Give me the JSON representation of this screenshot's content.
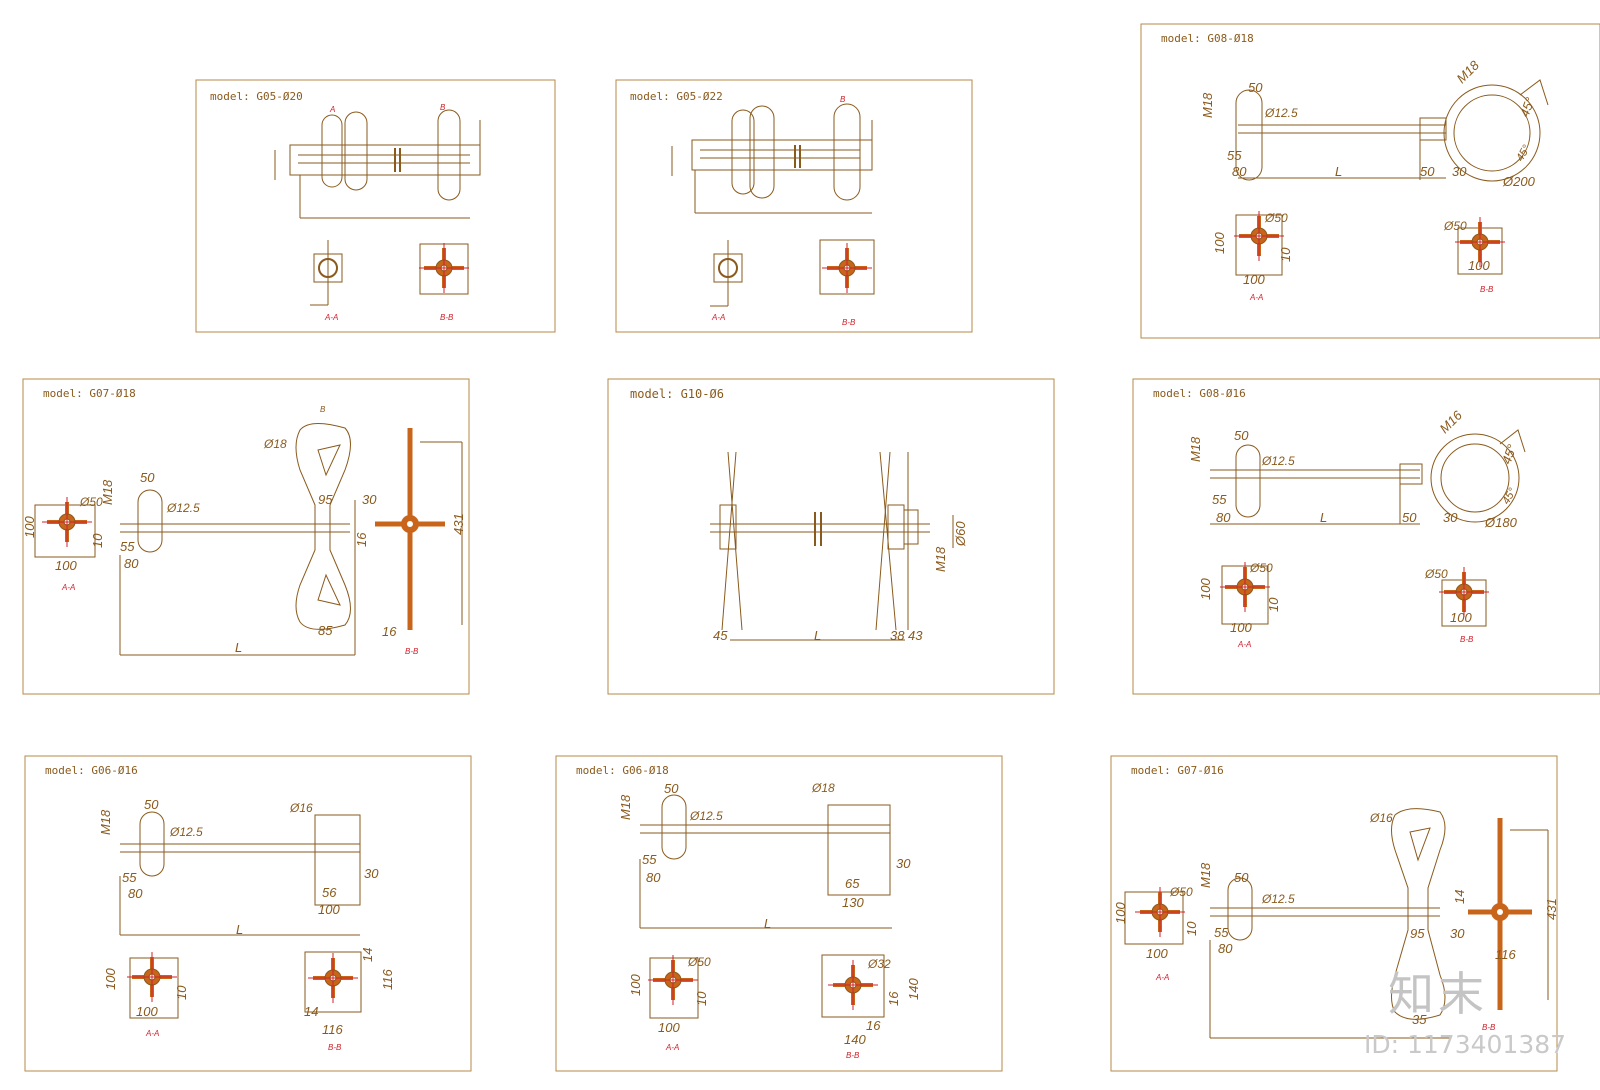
{
  "panels": [
    {
      "model": "model: G05-Ø20"
    },
    {
      "model": "model: G05-Ø22"
    },
    {
      "model": "model: G08-Ø18"
    },
    {
      "model": "model: G07-Ø18"
    },
    {
      "model": "model: G10-Ø6"
    },
    {
      "model": "model: G08-Ø16"
    },
    {
      "model": "model: G06-Ø16"
    },
    {
      "model": "model: G06-Ø18"
    },
    {
      "model": "model: G07-Ø16"
    }
  ],
  "labels": {
    "aa": "A-A",
    "bb": "B-B",
    "a": "A",
    "b": "B",
    "L": "L",
    "m18": "M18",
    "m16": "M16",
    "d50": "Ø50",
    "d18": "Ø18",
    "d16": "Ø16",
    "d32": "Ø32",
    "d60": "Ø60",
    "d125": "Ø12.5",
    "d200": "Ø200",
    "d180": "Ø180",
    "deg45": "45°",
    "n50": "50",
    "n55": "55",
    "n80": "80",
    "n100": "100",
    "n10": "10",
    "n30": "30",
    "n95": "95",
    "n16": "16",
    "n85": "85",
    "n431": "431",
    "n45": "45",
    "n38": "38",
    "n43": "43",
    "n56": "56",
    "n65": "65",
    "n130": "130",
    "n14": "14",
    "n116": "116",
    "n140": "140",
    "n35": "35"
  },
  "watermark": {
    "brand": "知末",
    "id": "ID: 1173401387"
  },
  "colors": {
    "line": "#8a5a1c",
    "frame": "#b58a4a",
    "hatch": "#c8651a",
    "red": "#d2202a"
  }
}
